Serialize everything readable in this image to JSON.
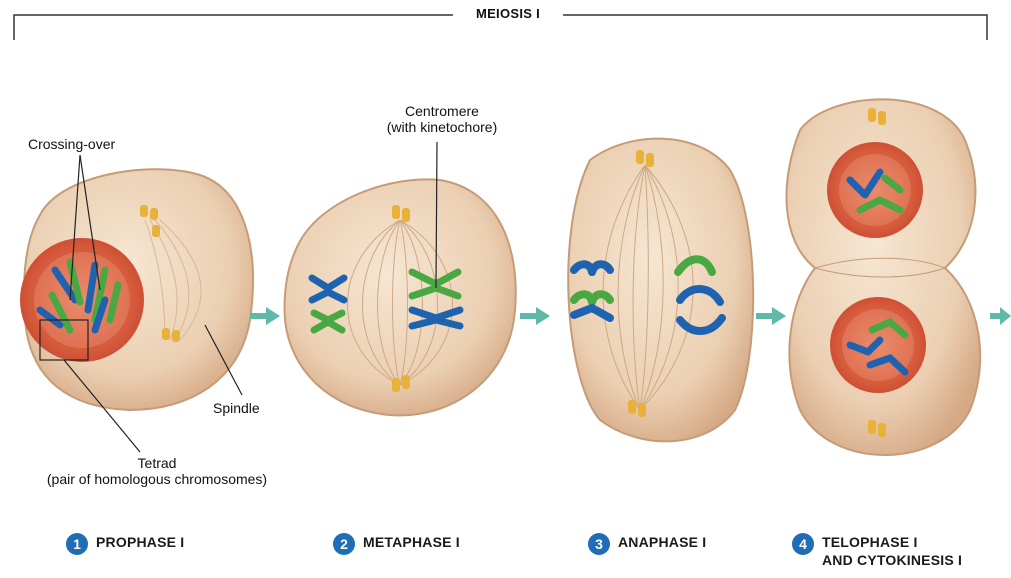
{
  "title": "MEIOSIS I",
  "labels": {
    "crossing_over": "Crossing-over",
    "centromere_line1": "Centromere",
    "centromere_line2": "(with kinetochore)",
    "spindle": "Spindle",
    "tetrad_line1": "Tetrad",
    "tetrad_line2": "(pair of homologous chromosomes)"
  },
  "phases": [
    {
      "number": "1",
      "line1": "PROPHASE I",
      "line2": ""
    },
    {
      "number": "2",
      "line1": "METAPHASE I",
      "line2": ""
    },
    {
      "number": "3",
      "line1": "ANAPHASE I",
      "line2": ""
    },
    {
      "number": "4",
      "line1": "TELOPHASE I",
      "line2": "AND CYTOKINESIS I"
    }
  ],
  "colors": {
    "cell_fill": "#ecd3b8",
    "cell_edge": "#c9a07c",
    "nucleus": "#d9553a",
    "chromosome_blue": "#1f63b0",
    "chromosome_green": "#4aa843",
    "centrosome": "#e8b13a",
    "arrow": "#5fb8a8",
    "phase_circle": "#1f6db5"
  }
}
